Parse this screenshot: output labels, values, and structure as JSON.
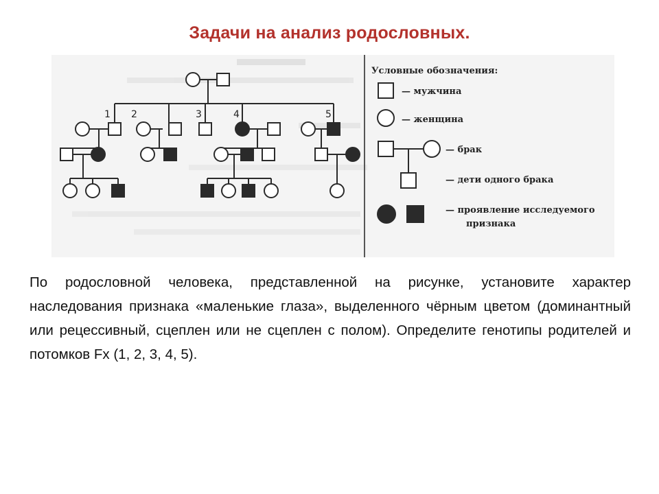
{
  "title": "Задачи на анализ родословных.",
  "pedigree": {
    "generation_numbers": [
      "1",
      "2",
      "3",
      "4",
      "5"
    ]
  },
  "legend": {
    "heading": "Условные обозначения:",
    "male": "— мужчина",
    "female": "— женщина",
    "marriage": "— брак",
    "children": "— дети одного брака",
    "trait_line1": "— проявление исследуемого",
    "trait_line2": "признака"
  },
  "task_text": "По родословной человека, представленной на рисунке, установите характер наследования признака «маленькие глаза», выделенного чёрным цветом (доминантный или рецессивный, сцеплен или не сцеплен с полом). Определите генотипы родителей и потомков Fx (1, 2, 3, 4, 5).",
  "colors": {
    "title": "#b3322c",
    "affected": "#2a2a2a",
    "figure_background": "#f4f4f4"
  }
}
